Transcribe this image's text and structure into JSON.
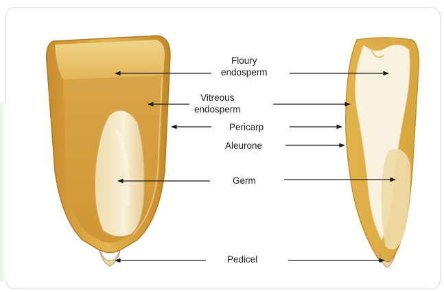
{
  "diagram": {
    "labels": {
      "floury": [
        "Floury",
        "endosperm"
      ],
      "vitreous": [
        "Vitreous",
        "endosperm"
      ],
      "pericarp": "Pericarp",
      "aleurone": "Aleurone",
      "germ": "Germ",
      "pedicel": "Pedicel"
    },
    "colors": {
      "pericarp_outer": "#d9a640",
      "vitreous": "#d49a3a",
      "floury": "#f6eed5",
      "germ": "#f3e6bf",
      "arrow": "#1a1a1a"
    }
  }
}
